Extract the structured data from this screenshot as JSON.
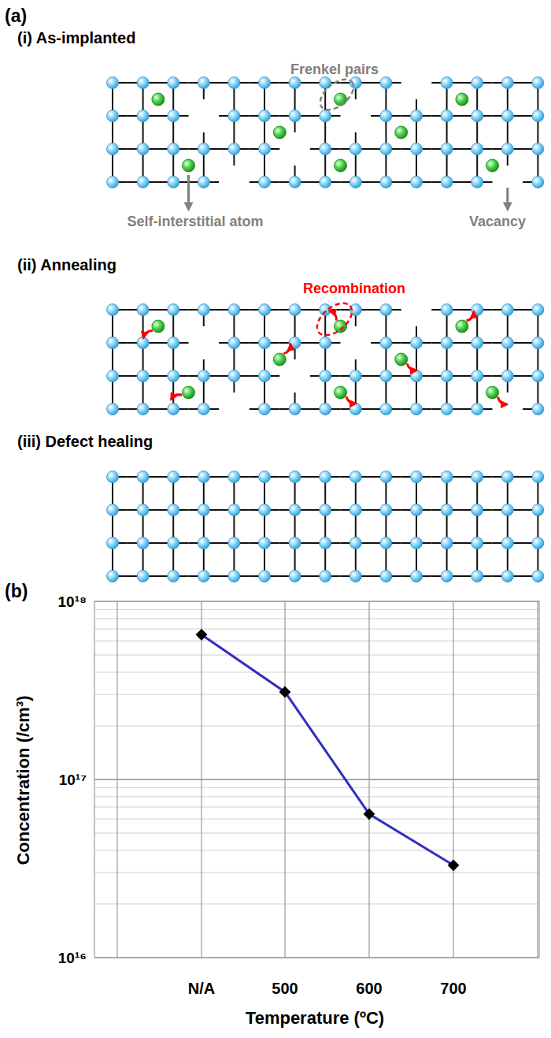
{
  "diagram": {
    "labels": [
      "(a)",
      "(i) As-implanted",
      "Frenkel pairs",
      "Self-interstitial atom",
      "Vacancy",
      "(ii) Annealing",
      "Recombination",
      "(iii) Defect healing",
      "(b)",
      "10¹⁸",
      "10¹⁷",
      "10¹⁶",
      "Concentration (/cm³)",
      "N/A",
      "500",
      "600",
      "700",
      "Temperature (ºC)"
    ]
  }
}
